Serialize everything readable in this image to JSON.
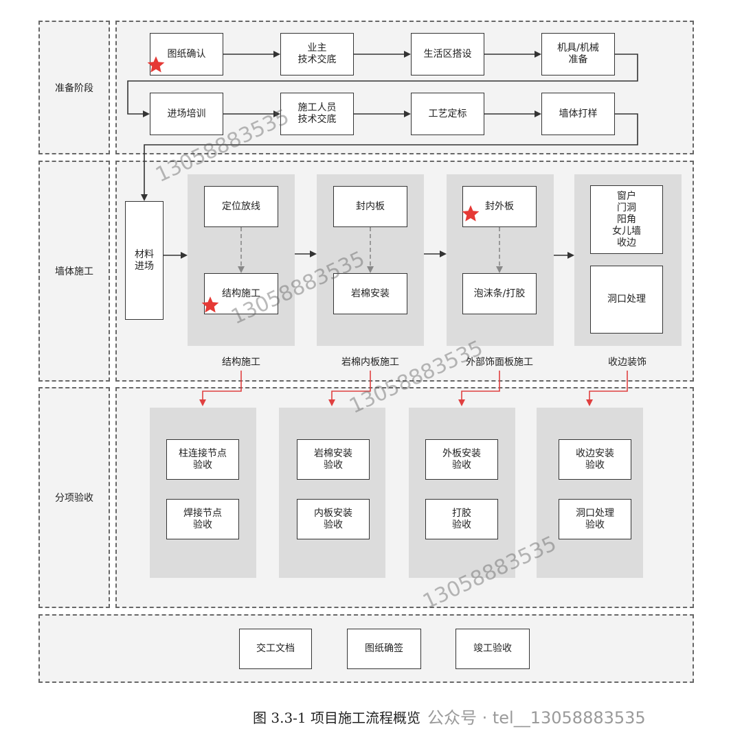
{
  "lanes": {
    "prep": "准备阶段",
    "wall": "墙体施工",
    "inspect": "分项验收"
  },
  "prep_row1": [
    "图纸确认",
    "业主\n技术交底",
    "生活区搭设",
    "机具/机械\n准备"
  ],
  "prep_row2": [
    "进场培训",
    "施工人员\n技术交底",
    "工艺定标",
    "墙体打样"
  ],
  "material": "材料\n进场",
  "wall_groups": [
    {
      "label": "结构施工",
      "top": "定位放线",
      "bottom": "结构施工"
    },
    {
      "label": "岩棉内板施工",
      "top": "封内板",
      "bottom": "岩棉安装"
    },
    {
      "label": "外部饰面板施工",
      "top": "封外板",
      "bottom": "泡沫条/打胶"
    },
    {
      "label": "收边装饰",
      "top": "窗户\n门洞\n阳角\n女儿墙\n收边",
      "bottom": "洞口处理"
    }
  ],
  "inspect_groups": [
    {
      "top": "柱连接节点\n验收",
      "bottom": "焊接节点\n验收"
    },
    {
      "top": "岩棉安装\n验收",
      "bottom": "内板安装\n验收"
    },
    {
      "top": "外板安装\n验收",
      "bottom": "打胶\n验收"
    },
    {
      "top": "收边安装\n验收",
      "bottom": "洞口处理\n验收"
    }
  ],
  "final_row": [
    "交工文档",
    "图纸确签",
    "竣工验收"
  ],
  "caption": "图 3.3-1  项目施工流程概览",
  "watermark_tail": "公众号 · tel__13058883535",
  "watermark": "13058883535",
  "colors": {
    "arrow": "#333333",
    "red_arrow": "#e04040",
    "star": "#e53935",
    "dashed": "#888888"
  }
}
